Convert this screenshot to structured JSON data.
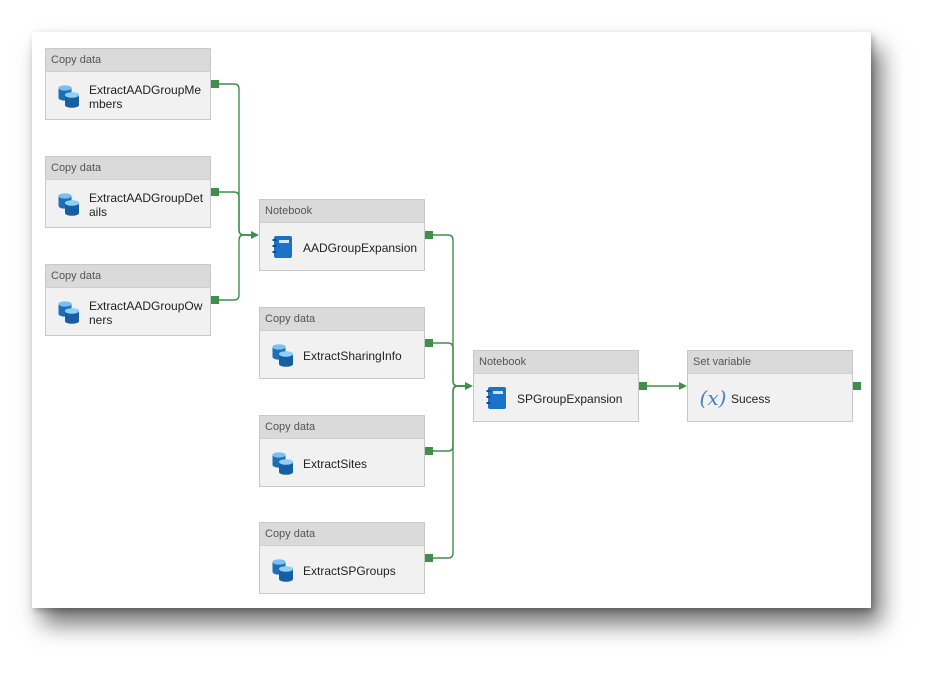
{
  "nodes": {
    "copy_members": {
      "type": "Copy data",
      "name": "ExtractAADGroupMembers",
      "icon": "database-icon"
    },
    "copy_details": {
      "type": "Copy data",
      "name": "ExtractAADGroupDetails",
      "icon": "database-icon"
    },
    "copy_owners": {
      "type": "Copy data",
      "name": "ExtractAADGroupOwners",
      "icon": "database-icon"
    },
    "nb_aad": {
      "type": "Notebook",
      "name": "AADGroupExpansion",
      "icon": "notebook-icon"
    },
    "copy_sharing": {
      "type": "Copy data",
      "name": "ExtractSharingInfo",
      "icon": "database-icon"
    },
    "copy_sites": {
      "type": "Copy data",
      "name": "ExtractSites",
      "icon": "database-icon"
    },
    "copy_spgroups": {
      "type": "Copy data",
      "name": "ExtractSPGroups",
      "icon": "database-icon"
    },
    "nb_sp": {
      "type": "Notebook",
      "name": "SPGroupExpansion",
      "icon": "notebook-icon"
    },
    "setvar": {
      "type": "Set variable",
      "name": "Sucess",
      "icon": "variable-x-icon",
      "icon_text": "(x)"
    }
  },
  "edges": [
    [
      "copy_members",
      "nb_aad"
    ],
    [
      "copy_details",
      "nb_aad"
    ],
    [
      "copy_owners",
      "nb_aad"
    ],
    [
      "nb_aad",
      "nb_sp"
    ],
    [
      "copy_sharing",
      "nb_sp"
    ],
    [
      "copy_sites",
      "nb_sp"
    ],
    [
      "copy_spgroups",
      "nb_sp"
    ],
    [
      "nb_sp",
      "setvar"
    ]
  ],
  "colors": {
    "connector": "#3f8f4a",
    "db_icon": "#1f6fb5",
    "notebook_icon": "#1a73c9"
  }
}
